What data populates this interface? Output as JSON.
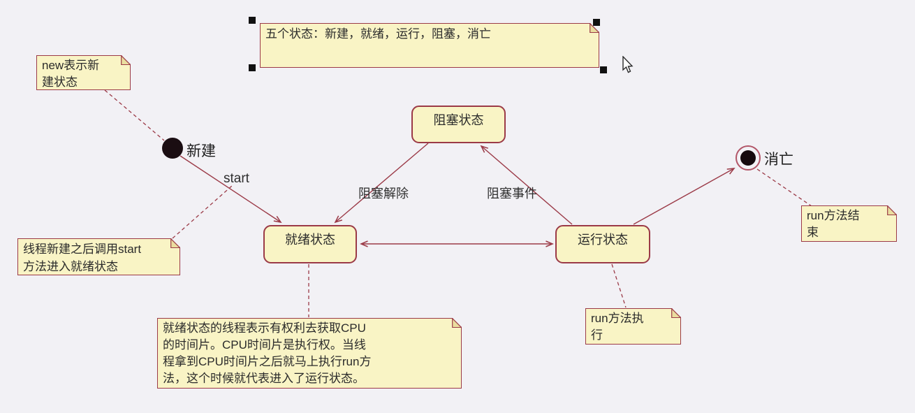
{
  "colors": {
    "background": "#f2f1f5",
    "note_fill": "#f9f4c5",
    "shape_border": "#9b3a47",
    "connector": "#9b3a47",
    "fold_fill": "#eadd9f",
    "final_ring": "#b25668",
    "selection_handle": "#111111",
    "text": "#2b2b2b"
  },
  "notes": {
    "five_states": {
      "text": "五个状态：新建，就绪，运行，阻塞，消亡"
    },
    "new_state": {
      "text": "new表示新\n建状态"
    },
    "start_method": {
      "text": "线程新建之后调用start\n方法进入就绪状态"
    },
    "ready_detail": {
      "text": "就绪状态的线程表示有权利去获取CPU\n的时间片。CPU时间片是执行权。当线\n程拿到CPU时间片之后就马上执行run方\n法，这个时候就代表进入了运行状态。"
    },
    "run_exec": {
      "text": "run方法执\n行"
    },
    "run_end": {
      "text": "run方法结\n束"
    }
  },
  "states": {
    "initial": {
      "label": "新建"
    },
    "ready": {
      "label": "就绪状态"
    },
    "blocked": {
      "label": "阻塞状态"
    },
    "running": {
      "label": "运行状态"
    },
    "final": {
      "label": "消亡"
    }
  },
  "transitions": {
    "start": {
      "label": "start"
    },
    "unblock": {
      "label": "阻塞解除"
    },
    "block_event": {
      "label": "阻塞事件"
    }
  }
}
